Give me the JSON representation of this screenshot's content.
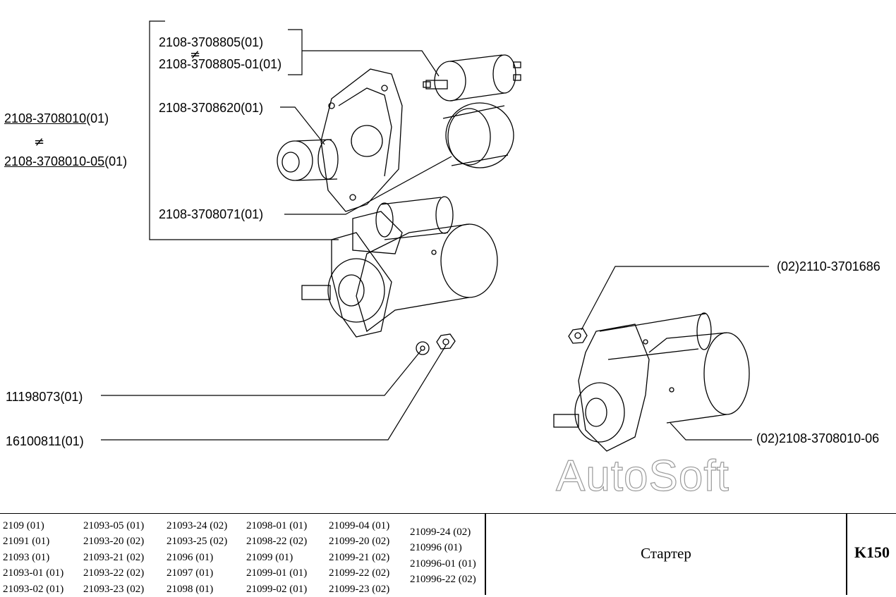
{
  "labels": {
    "starter_left": "2108-3708010",
    "starter_left_suffix": "(01)",
    "starter_left_alt": "2108-3708010-05",
    "starter_left_alt_suffix": "(01)",
    "solenoid": "2108-3708805(01)",
    "solenoid_alt": "2108-3708805-01(01)",
    "drive": "2108-3708620(01)",
    "bushing": "2108-3708071(01)",
    "washer": "11198073(01)",
    "nut": "16100811(01)",
    "nut_right": "(02)2110-3701686",
    "starter_right": "(02)2108-3708010-06",
    "not_equal": "≠"
  },
  "watermark": "AutoSoft",
  "footer": {
    "columns": [
      [
        "2109 (01)",
        "21091 (01)",
        "21093 (01)",
        "21093-01 (01)",
        "21093-02 (01)"
      ],
      [
        "21093-05 (01)",
        "21093-20 (02)",
        "21093-21 (02)",
        "21093-22 (02)",
        "21093-23 (02)"
      ],
      [
        "21093-24 (02)",
        "21093-25 (02)",
        "21096 (01)",
        "21097 (01)",
        "21098 (01)"
      ],
      [
        "21098-01 (01)",
        "21098-22 (02)",
        "21099 (01)",
        "21099-01 (01)",
        "21099-02 (01)"
      ],
      [
        "21099-04 (01)",
        "21099-20 (02)",
        "21099-21 (02)",
        "21099-22 (02)",
        "21099-23 (02)"
      ],
      [
        "21099-24 (02)",
        "210996 (01)",
        "210996-01 (01)",
        "210996-22 (02)"
      ]
    ],
    "title": "Стартер",
    "code": "K150"
  }
}
